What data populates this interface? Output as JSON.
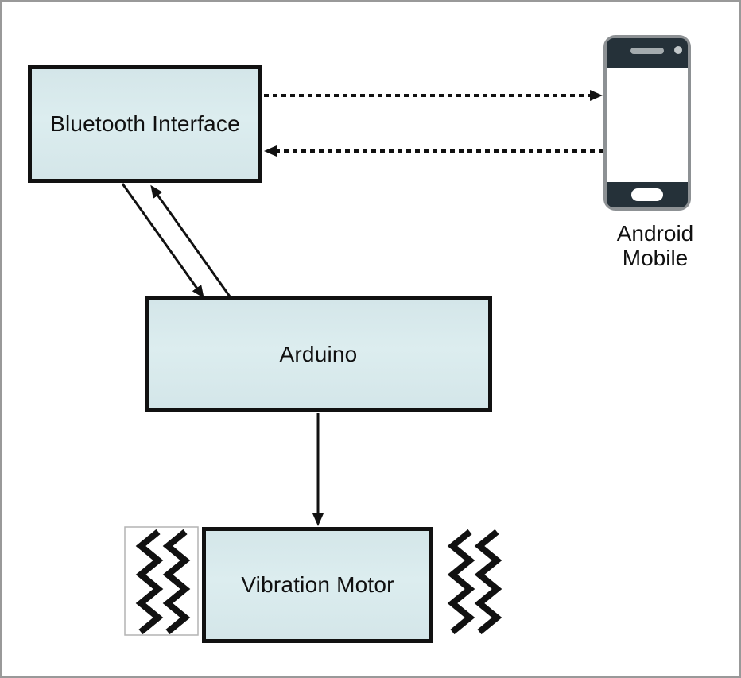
{
  "nodes": {
    "bluetooth": {
      "label": "Bluetooth Interface"
    },
    "arduino": {
      "label": "Arduino"
    },
    "vibration_motor": {
      "label": "Vibration Motor"
    },
    "android_mobile": {
      "label_line1": "Android",
      "label_line2": "Mobile"
    }
  },
  "edges": [
    {
      "from": "Bluetooth Interface",
      "to": "Android Mobile",
      "style": "dashed"
    },
    {
      "from": "Android Mobile",
      "to": "Bluetooth Interface",
      "style": "dashed"
    },
    {
      "from": "Bluetooth Interface",
      "to": "Arduino",
      "style": "solid"
    },
    {
      "from": "Arduino",
      "to": "Bluetooth Interface",
      "style": "solid"
    },
    {
      "from": "Arduino",
      "to": "Vibration Motor",
      "style": "solid"
    }
  ],
  "colors": {
    "background": "#ffffff",
    "canvas_border": "#999999",
    "node_fill": "#d8e9ec",
    "node_border": "#111111",
    "line": "#111111",
    "text": "#101010",
    "phone_frame": "#8d9194",
    "phone_dark": "#253139"
  }
}
